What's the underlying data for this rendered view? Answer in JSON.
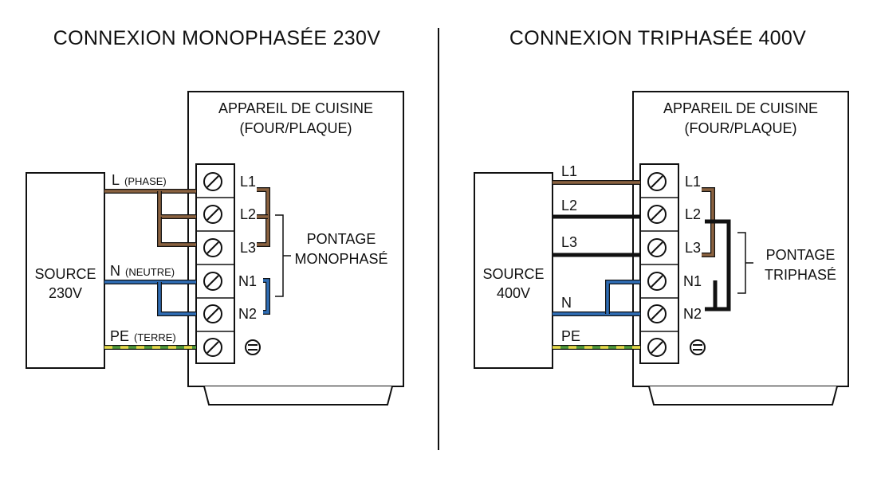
{
  "left": {
    "title": "CONNEXION MONOPHASÉE 230V",
    "appliance_line1": "APPAREIL DE CUISINE",
    "appliance_line2": "(FOUR/PLAQUE)",
    "source_line1": "SOURCE",
    "source_line2": "230V",
    "wire_l": "L",
    "wire_l_note": "(PHASE)",
    "wire_n": "N",
    "wire_n_note": "(NEUTRE)",
    "wire_pe": "PE",
    "wire_pe_note": "(TERRE)",
    "terminals": [
      "L1",
      "L2",
      "L3",
      "N1",
      "N2"
    ],
    "bridge_line1": "PONTAGE",
    "bridge_line2": "MONOPHASÉ"
  },
  "right": {
    "title": "CONNEXION TRIPHASÉE 400V",
    "appliance_line1": "APPAREIL DE CUISINE",
    "appliance_line2": "(FOUR/PLAQUE)",
    "source_line1": "SOURCE",
    "source_line2": "400V",
    "wire_l1": "L1",
    "wire_l2": "L2",
    "wire_l3": "L3",
    "wire_n": "N",
    "wire_pe": "PE",
    "terminals": [
      "L1",
      "L2",
      "L3",
      "N1",
      "N2"
    ],
    "bridge_line1": "PONTAGE",
    "bridge_line2": "TRIPHASÉ"
  },
  "colors": {
    "phase": "#8B6240",
    "neutral": "#2F6DB5",
    "black": "#111111",
    "earth_green": "#4E9A3A",
    "earth_yellow": "#E8D84A"
  },
  "icons": {
    "screw": "screw-terminal-icon",
    "earth": "earth-ground-icon"
  }
}
